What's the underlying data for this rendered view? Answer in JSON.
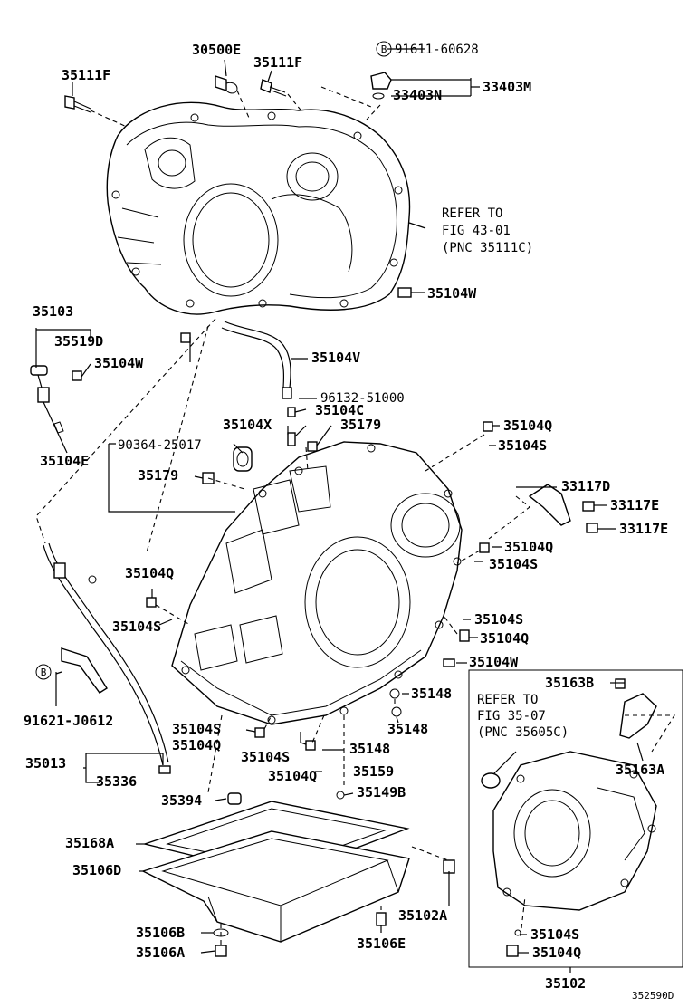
{
  "labels": {
    "p30500E": "30500E",
    "p35111F_a": "35111F",
    "p35111F_b": "35111F",
    "p91611": "91611-60628",
    "p33403M": "33403M",
    "p33403N": "33403N",
    "b_marker_top": "B",
    "refer1_l1": "REFER TO",
    "refer1_l2": "FIG 43-01",
    "refer1_l3": "(PNC 35111C)",
    "p35104W_a": "35104W",
    "p35103": "35103",
    "p35519D": "35519D",
    "p35104W_b": "35104W",
    "p35104V": "35104V",
    "p96132": "96132-51000",
    "p35104C": "35104C",
    "p35104X": "35104X",
    "p35179_a": "35179",
    "p35104Q_a": "35104Q",
    "p35104S_a": "35104S",
    "p35104E": "35104E",
    "p90364": "90364-25017",
    "p35179_b": "35179",
    "p33117D": "33117D",
    "p33117E_a": "33117E",
    "p33117E_b": "33117E",
    "p35104Q_b": "35104Q",
    "p35104S_b": "35104S",
    "p35104Q_c": "35104Q",
    "p35104S_c": "35104S",
    "p35104S_d": "35104S",
    "p35104Q_d": "35104Q",
    "p35104W_c": "35104W",
    "b_marker_mid": "B",
    "p91621": "91621-J0612",
    "p35148_a": "35148",
    "p35148_b": "35148",
    "p35163B": "35163B",
    "refer2_l1": "REFER TO",
    "refer2_l2": "FIG 35-07",
    "refer2_l3": "(PNC 35605C)",
    "p35104S_e": "35104S",
    "p35104Q_e": "35104Q",
    "p35104S_f": "35104S",
    "p35148_c": "35148",
    "p35013": "35013",
    "p35336": "35336",
    "p35104Q_f": "35104Q",
    "p35159": "35159",
    "p35163A": "35163A",
    "p35394": "35394",
    "p35149B": "35149B",
    "p35168A": "35168A",
    "p35106D": "35106D",
    "p35102A": "35102A",
    "p35106B": "35106B",
    "p35106A": "35106A",
    "p35106E": "35106E",
    "p35104S_g": "35104S",
    "p35104Q_g": "35104Q",
    "p35102": "35102",
    "fig_code": "352590D"
  }
}
